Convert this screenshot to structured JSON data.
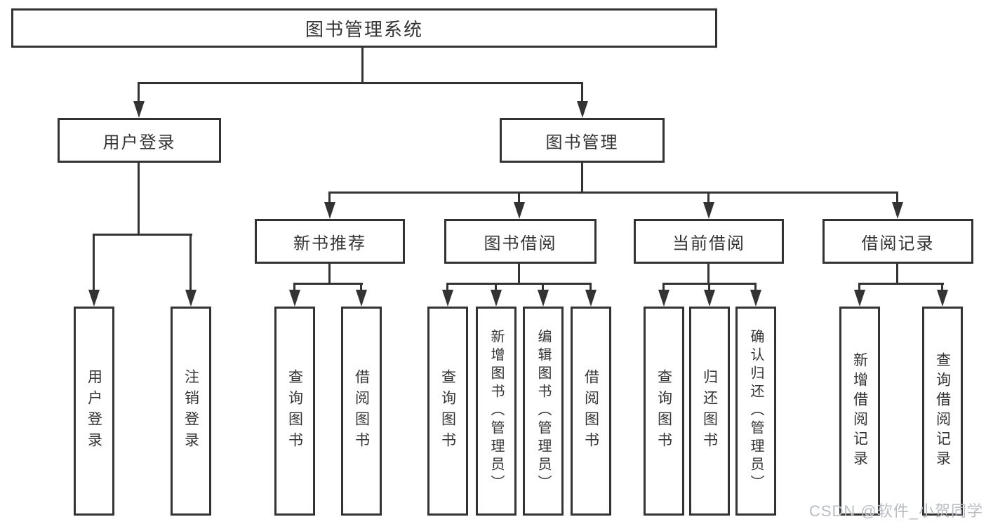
{
  "diagram": {
    "title": "图书管理系统",
    "nodes": {
      "root": "图书管理系统",
      "level2": [
        "用户登录",
        "图书管理"
      ],
      "level3": [
        "新书推荐",
        "图书借阅",
        "当前借阅",
        "借阅记录"
      ],
      "leaves_user_login": [
        "用户登录",
        "注销登录"
      ],
      "leaves_new_book": [
        "查询图书",
        "借阅图书"
      ],
      "leaves_book_borrow": [
        "查询图书",
        "新增图书（管理员）",
        "编辑图书（管理员）",
        "借阅图书"
      ],
      "leaves_current_borrow": [
        "查询图书",
        "归还图书",
        "确认归还（管理员）"
      ],
      "leaves_borrow_record": [
        "新增借阅记录",
        "查询借阅记录"
      ]
    },
    "watermark": "CSDN @软件_小贺同学",
    "colors": {
      "line": "#333333",
      "text": "#333333",
      "watermark": "#b9bcc2",
      "background": "#ffffff"
    }
  }
}
